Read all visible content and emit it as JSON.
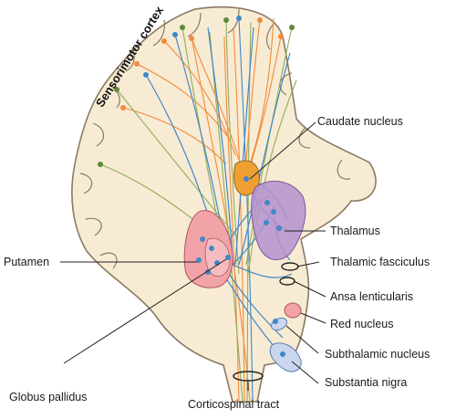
{
  "diagram": {
    "cortex_label": "Sensorimotor cortex",
    "labels": {
      "caudate": "Caudate nucleus",
      "thalamus": "Thalamus",
      "thalamic_fasciculus": "Thalamic fasciculus",
      "putamen": "Putamen",
      "ansa": "Ansa lenticularis",
      "red_nucleus": "Red nucleus",
      "subthalamic": "Subthalamic nucleus",
      "substantia": "Substantia nigra",
      "globus": "Globus pallidus",
      "corticospinal": "Corticospinal tract"
    },
    "colors": {
      "brain_fill": "#f8ebd3",
      "brain_outline": "#8a7a63",
      "orange_fiber": "#f28a3a",
      "green_fiber": "#8fae5b",
      "blue_fiber": "#3f88c9",
      "putamen_fill": "#f2a3a8",
      "thalamus_fill": "#b592cf",
      "caudate_fill": "#f0a033",
      "subthalamic_fill": "#c9d6ee",
      "red_nucleus_fill": "#f2a3a8"
    }
  }
}
